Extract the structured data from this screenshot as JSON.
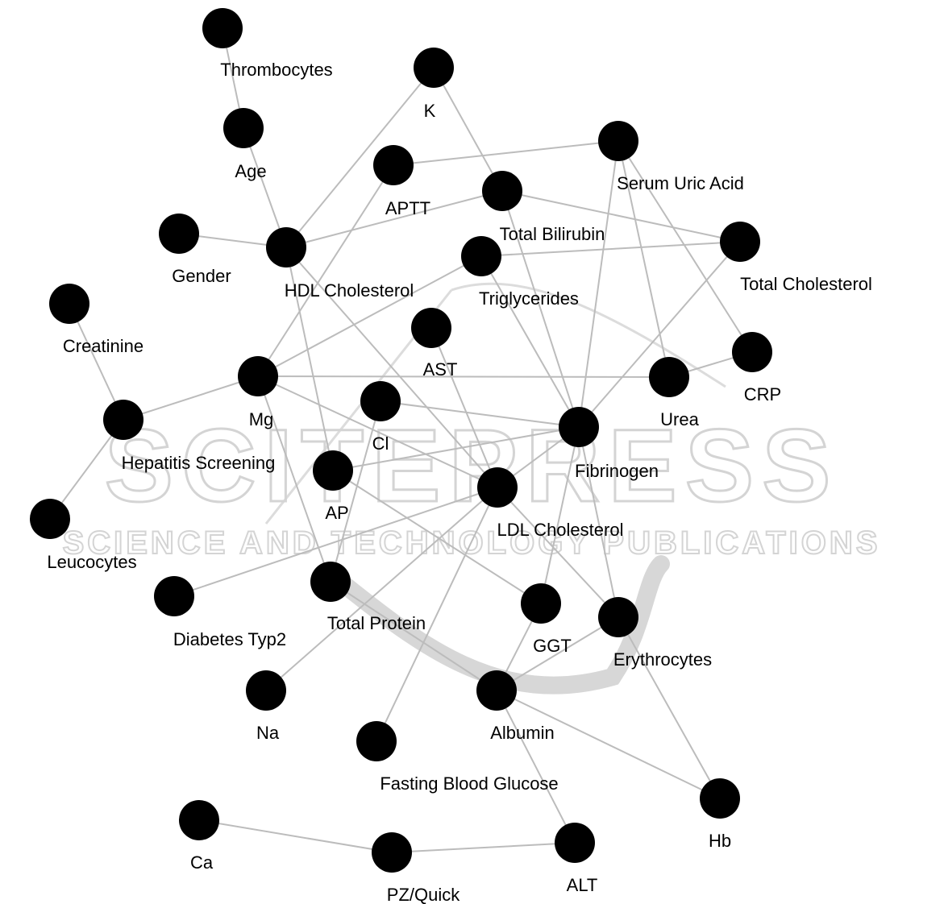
{
  "watermark": {
    "main": "SCITEPRESS",
    "sub": "SCIENCE AND TECHNOLOGY PUBLICATIONS"
  },
  "colors": {
    "node": "#000000",
    "edge": "#bcbcbc",
    "background": "#ffffff",
    "watermark": "#d4d4d4"
  },
  "nodes": [
    {
      "id": "thrombocytes",
      "label": "Thrombocytes"
    },
    {
      "id": "age",
      "label": "Age"
    },
    {
      "id": "k",
      "label": "K"
    },
    {
      "id": "serum_uric_acid",
      "label": "Serum Uric Acid"
    },
    {
      "id": "aptt",
      "label": "APTT"
    },
    {
      "id": "total_bilirubin",
      "label": "Total Bilirubin"
    },
    {
      "id": "gender",
      "label": "Gender"
    },
    {
      "id": "hdl_cholesterol",
      "label": "HDL Cholesterol"
    },
    {
      "id": "total_cholesterol",
      "label": "Total Cholesterol"
    },
    {
      "id": "triglycerides",
      "label": "Triglycerides"
    },
    {
      "id": "creatinine",
      "label": "Creatinine"
    },
    {
      "id": "ast",
      "label": "AST"
    },
    {
      "id": "crp",
      "label": "CRP"
    },
    {
      "id": "mg",
      "label": "Mg"
    },
    {
      "id": "urea",
      "label": "Urea"
    },
    {
      "id": "hepatitis_screening",
      "label": "Hepatitis Screening"
    },
    {
      "id": "cl",
      "label": "Cl"
    },
    {
      "id": "fibrinogen",
      "label": "Fibrinogen"
    },
    {
      "id": "ap",
      "label": "AP"
    },
    {
      "id": "ldl_cholesterol",
      "label": "LDL Cholesterol"
    },
    {
      "id": "leucocytes",
      "label": "Leucocytes"
    },
    {
      "id": "diabetes_typ2",
      "label": "Diabetes Typ2"
    },
    {
      "id": "total_protein",
      "label": "Total Protein"
    },
    {
      "id": "ggt",
      "label": "GGT"
    },
    {
      "id": "erythrocytes",
      "label": "Erythrocytes"
    },
    {
      "id": "na",
      "label": "Na"
    },
    {
      "id": "albumin",
      "label": "Albumin"
    },
    {
      "id": "fasting_blood_glucose",
      "label": "Fasting Blood Glucose"
    },
    {
      "id": "hb",
      "label": "Hb"
    },
    {
      "id": "ca",
      "label": "Ca"
    },
    {
      "id": "pz_quick",
      "label": "PZ/Quick"
    },
    {
      "id": "alt",
      "label": "ALT"
    }
  ],
  "edges": [
    [
      "thrombocytes",
      "age"
    ],
    [
      "age",
      "hdl_cholesterol"
    ],
    [
      "gender",
      "hdl_cholesterol"
    ],
    [
      "k",
      "hdl_cholesterol"
    ],
    [
      "k",
      "total_bilirubin"
    ],
    [
      "hdl_cholesterol",
      "total_bilirubin"
    ],
    [
      "hdl_cholesterol",
      "ap"
    ],
    [
      "hdl_cholesterol",
      "ldl_cholesterol"
    ],
    [
      "aptt",
      "serum_uric_acid"
    ],
    [
      "aptt",
      "mg"
    ],
    [
      "total_bilirubin",
      "total_cholesterol"
    ],
    [
      "total_bilirubin",
      "fibrinogen"
    ],
    [
      "serum_uric_acid",
      "fibrinogen"
    ],
    [
      "serum_uric_acid",
      "urea"
    ],
    [
      "serum_uric_acid",
      "crp"
    ],
    [
      "triglycerides",
      "total_cholesterol"
    ],
    [
      "triglycerides",
      "mg"
    ],
    [
      "triglycerides",
      "fibrinogen"
    ],
    [
      "total_cholesterol",
      "fibrinogen"
    ],
    [
      "urea",
      "crp"
    ],
    [
      "mg",
      "urea"
    ],
    [
      "mg",
      "hepatitis_screening"
    ],
    [
      "mg",
      "ldl_cholesterol"
    ],
    [
      "mg",
      "total_protein"
    ],
    [
      "creatinine",
      "hepatitis_screening"
    ],
    [
      "hepatitis_screening",
      "leucocytes"
    ],
    [
      "ast",
      "ldl_cholesterol"
    ],
    [
      "cl",
      "fibrinogen"
    ],
    [
      "cl",
      "total_protein"
    ],
    [
      "fibrinogen",
      "ap"
    ],
    [
      "fibrinogen",
      "ldl_cholesterol"
    ],
    [
      "fibrinogen",
      "ggt"
    ],
    [
      "fibrinogen",
      "erythrocytes"
    ],
    [
      "ap",
      "ggt"
    ],
    [
      "ldl_cholesterol",
      "diabetes_typ2"
    ],
    [
      "ldl_cholesterol",
      "na"
    ],
    [
      "ldl_cholesterol",
      "fasting_blood_glucose"
    ],
    [
      "ldl_cholesterol",
      "erythrocytes"
    ],
    [
      "total_protein",
      "albumin"
    ],
    [
      "ggt",
      "albumin"
    ],
    [
      "erythrocytes",
      "albumin"
    ],
    [
      "erythrocytes",
      "hb"
    ],
    [
      "albumin",
      "hb"
    ],
    [
      "albumin",
      "alt"
    ],
    [
      "ca",
      "pz_quick"
    ],
    [
      "pz_quick",
      "alt"
    ]
  ]
}
